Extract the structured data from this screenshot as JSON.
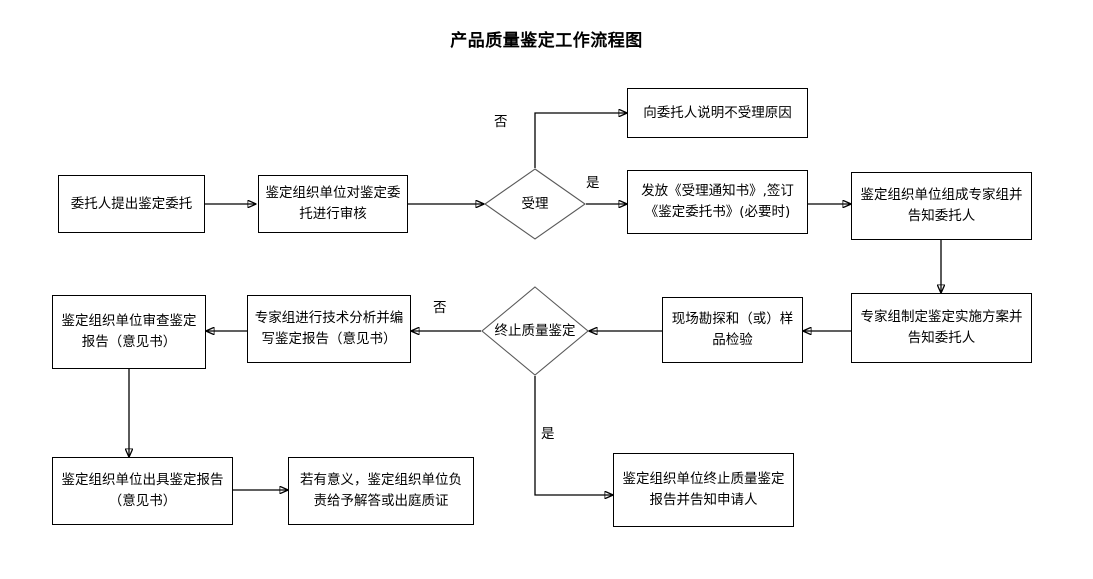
{
  "title": "产品质量鉴定工作流程图",
  "nodes": {
    "n1": "委托人提出鉴定委托",
    "n2": "鉴定组织单位对鉴定委托进行审核",
    "d1": "受理",
    "n3": "向委托人说明不受理原因",
    "n4": "发放《受理通知书》,签订《鉴定委托书》(必要时)",
    "n5": "鉴定组织单位组成专家组并告知委托人",
    "n6": "专家组制定鉴定实施方案并告知委托人",
    "n7": "现场勘探和（或）样品检验",
    "d2": "终止质量鉴定",
    "n8": "专家组进行技术分析并编写鉴定报告（意见书）",
    "n9": "鉴定组织单位审查鉴定报告（意见书）",
    "n10": "鉴定组织单位出具鉴定报告（意见书）",
    "n11": "若有意义，鉴定组织单位负责给予解答或出庭质证",
    "n12": "鉴定组织单位终止质量鉴定报告并告知申请人"
  },
  "edge_labels": {
    "no_accept": "否",
    "yes_accept": "是",
    "no_terminate": "否",
    "yes_terminate": "是"
  },
  "colors": {
    "stroke": "#000000",
    "fill": "#ffffff",
    "text": "#000000"
  }
}
